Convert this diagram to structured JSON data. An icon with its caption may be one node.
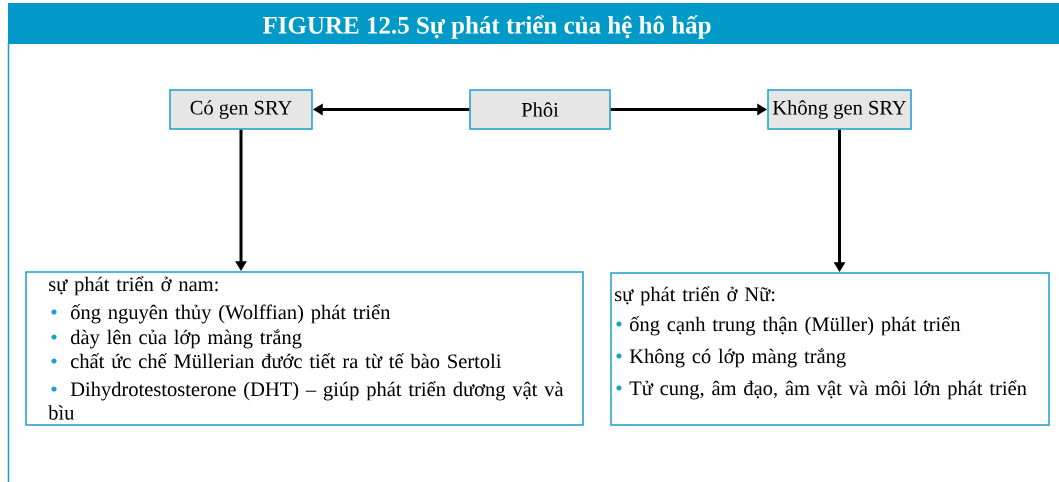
{
  "diagram": {
    "title": "FIGURE 12.5  Sự phát triển của hệ hô hấp",
    "nodes": [
      {
        "text": [
          "Phôi"
        ]
      },
      {
        "text": [
          "Có gen SRY"
        ]
      },
      {
        "text": [
          "Không gen SRY"
        ]
      },
      {
        "text": [
          "sự phát triển ở nam:",
          "ống nguyên thủy (Wolffian) phát triển",
          "dày lên của lớp màng trắng",
          "chất ức chế Müllerian đước tiết ra từ tế bào Sertoli",
          "Dihydrotestosterone (DHT) – giúp phát triển dương vật và bìu"
        ]
      },
      {
        "text": [
          "sự phát triển ở Nữ:",
          "ống cạnh trung thận (Müller) phát triển",
          "Không có lớp màng trắng",
          "Tử cung, âm đạo, âm vật và môi lớn phát triển"
        ]
      }
    ],
    "edges": [
      {
        "from": 0,
        "to": 1,
        "arrow": "to"
      },
      {
        "from": 0,
        "to": 2,
        "arrow": "to"
      },
      {
        "from": 1,
        "to": 3,
        "arrow": "to"
      },
      {
        "from": 2,
        "to": 4,
        "arrow": "to"
      }
    ]
  }
}
